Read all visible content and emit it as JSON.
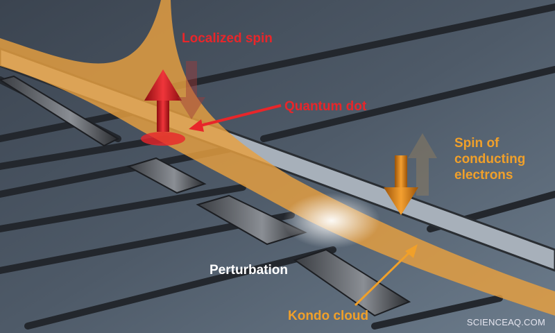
{
  "labels": {
    "localized_spin": "Localized spin",
    "quantum_dot": "Quantum dot",
    "spin_conducting": [
      "Spin of",
      "conducting",
      "electrons"
    ],
    "perturbation": "Perturbation",
    "kondo_cloud": "Kondo cloud"
  },
  "watermark": "SCIENCEAQ.COM",
  "colors": {
    "label_red": "#e8262a",
    "label_orange": "#f0a02a",
    "kondo_cloud": "#e8a040",
    "background": "#2c3440"
  }
}
